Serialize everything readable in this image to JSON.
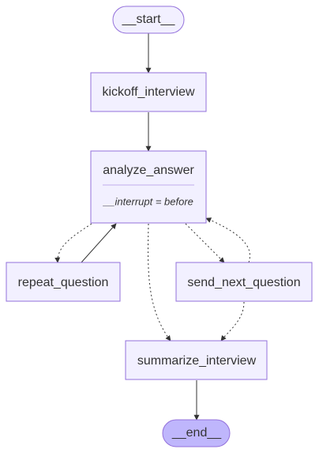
{
  "diagram": {
    "type": "flowchart",
    "colors": {
      "node_fill": "#f2f0ff",
      "node_stroke": "#9370db",
      "end_fill": "#bfb6fc",
      "text": "#333333",
      "edge": "#333333"
    },
    "nodes": {
      "start": "__start__",
      "kickoff_interview": "kickoff_interview",
      "analyze_answer": "analyze_answer",
      "analyze_answer_note": "__interrupt = before",
      "repeat_question": "repeat_question",
      "send_next_question": "send_next_question",
      "summarize_interview": "summarize_interview",
      "end": "__end__"
    },
    "edges": [
      {
        "from": "__start__",
        "to": "kickoff_interview",
        "style": "solid"
      },
      {
        "from": "kickoff_interview",
        "to": "analyze_answer",
        "style": "solid"
      },
      {
        "from": "analyze_answer",
        "to": "repeat_question",
        "style": "dashed"
      },
      {
        "from": "repeat_question",
        "to": "analyze_answer",
        "style": "solid"
      },
      {
        "from": "analyze_answer",
        "to": "send_next_question",
        "style": "dashed"
      },
      {
        "from": "send_next_question",
        "to": "analyze_answer",
        "style": "dashed"
      },
      {
        "from": "analyze_answer",
        "to": "summarize_interview",
        "style": "dashed"
      },
      {
        "from": "send_next_question",
        "to": "summarize_interview",
        "style": "dashed"
      },
      {
        "from": "summarize_interview",
        "to": "__end__",
        "style": "solid"
      }
    ]
  }
}
